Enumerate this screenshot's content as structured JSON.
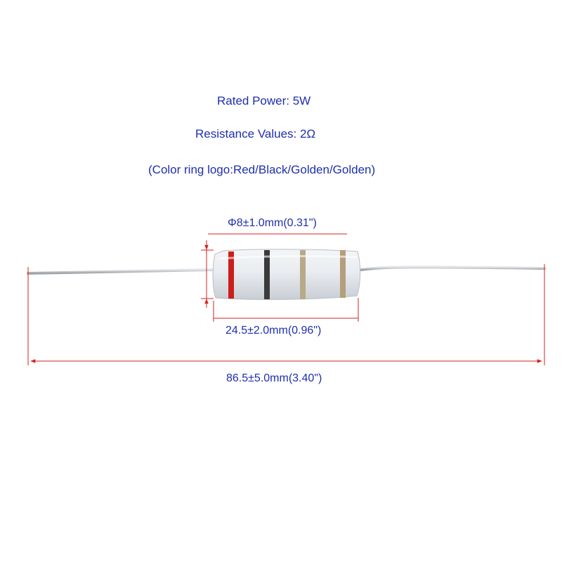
{
  "specs": {
    "rated_power": "Rated Power: 5W",
    "resistance": "Resistance Values: 2Ω",
    "color_ring": "(Color ring logo:Red/Black/Golden/Golden)"
  },
  "dimensions": {
    "diameter": "Φ8±1.0mm(0.31\")",
    "body_length": "24.5±2.0mm(0.96\")",
    "total_length": "86.5±5.0mm(3.40\")"
  },
  "color_bands": [
    "Red",
    "Black",
    "Golden",
    "Golden"
  ],
  "colors": {
    "text": "#1f2fae",
    "dimension_line": "#d62020",
    "body": "#e6e9ee",
    "lead": "#c8ccd0",
    "band_red": "#cc1d1d",
    "band_black": "#3a3a3a",
    "band_golden": "#b8a988"
  }
}
